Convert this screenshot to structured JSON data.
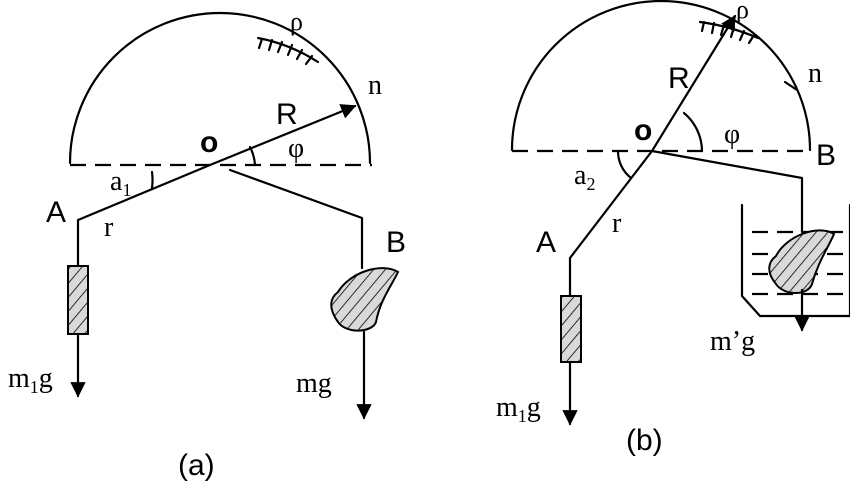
{
  "colors": {
    "ink": "#000000",
    "fill": "#d9d9d9",
    "background": "#ffffff"
  },
  "panel_a": {
    "caption": "(a)",
    "labels": {
      "rho": "ρ",
      "n": "n",
      "R": "R",
      "o": "o",
      "phi": "φ",
      "a1": "a",
      "a1_sub": "1",
      "A": "A",
      "r": "r",
      "B": "B",
      "m1g_m": "m",
      "m1g_sub": "1",
      "m1g_g": "g",
      "mg": "mg"
    }
  },
  "panel_b": {
    "caption": "(b)",
    "labels": {
      "rho": "ρ",
      "n": "n",
      "R": "R",
      "o": "o",
      "phi": "φ",
      "B": "B",
      "a2": "a",
      "a2_sub": "2",
      "A": "A",
      "r": "r",
      "mprime_g": "m’g",
      "m1g_m": "m",
      "m1g_sub": "1",
      "m1g_g": "g"
    }
  }
}
